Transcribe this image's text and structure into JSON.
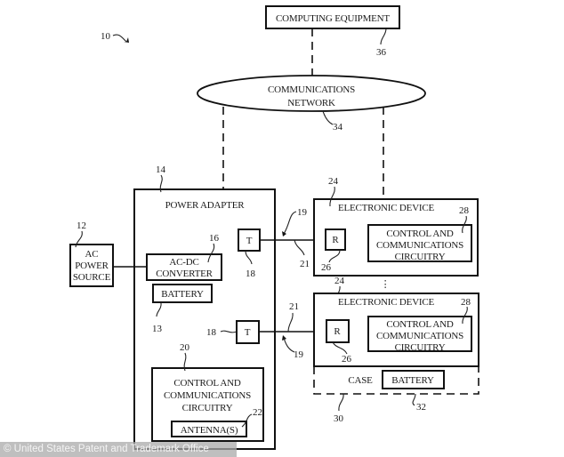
{
  "figure": {
    "system_ref": "10",
    "computing_equipment": {
      "label": "COMPUTING EQUIPMENT",
      "ref": "36"
    },
    "network": {
      "line1": "COMMUNICATIONS",
      "line2": "NETWORK",
      "ref": "34"
    },
    "ac_power_source": {
      "line1": "AC",
      "line2": "POWER",
      "line3": "SOURCE",
      "ref": "12"
    },
    "power_adapter": {
      "label": "POWER ADAPTER",
      "ref": "14",
      "converter": {
        "line1": "AC-DC",
        "line2": "CONVERTER",
        "ref": "16"
      },
      "battery": {
        "label": "BATTERY",
        "ref": "13"
      },
      "transmitter_top": {
        "label": "T",
        "ref": "18"
      },
      "transmitter_bottom": {
        "label": "T",
        "ref": "18"
      },
      "control": {
        "line1": "CONTROL AND",
        "line2": "COMMUNICATIONS",
        "line3": "CIRCUITRY",
        "ref": "20"
      },
      "antenna": {
        "label": "ANTENNA(S)",
        "ref": "22"
      }
    },
    "links": {
      "top": {
        "path_ref": "19",
        "line_ref": "21"
      },
      "bottom": {
        "path_ref": "19",
        "line_ref": "21"
      }
    },
    "device_top": {
      "label": "ELECTRONIC DEVICE",
      "ref": "24",
      "receiver": {
        "label": "R",
        "ref": "26"
      },
      "control": {
        "line1": "CONTROL AND",
        "line2": "COMMUNICATIONS",
        "line3": "CIRCUITRY",
        "ref": "28"
      }
    },
    "ellipsis": "⋮",
    "device_bottom": {
      "label": "ELECTRONIC DEVICE",
      "ref": "24",
      "receiver": {
        "label": "R",
        "ref": "26"
      },
      "control": {
        "line1": "CONTROL AND",
        "line2": "COMMUNICATIONS",
        "line3": "CIRCUITRY",
        "ref": "28"
      }
    },
    "case": {
      "label": "CASE",
      "ref": "30",
      "battery": {
        "label": "BATTERY",
        "ref": "32"
      }
    }
  },
  "watermark": "© United States Patent and Trademark Office"
}
